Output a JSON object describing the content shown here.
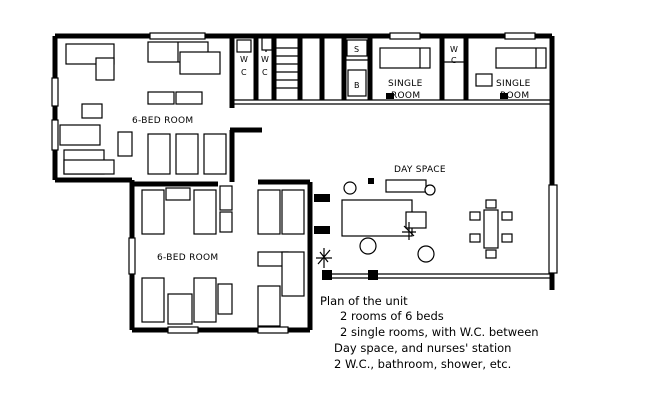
{
  "rooms": {
    "bed_room_top": "6-BED ROOM",
    "bed_room_bottom": "6-BED ROOM",
    "single_room_1": [
      "SINGLE",
      "ROOM"
    ],
    "single_room_2": [
      "SINGLE",
      "ROOM"
    ],
    "day_space": "DAY SPACE",
    "wc_1": [
      "W",
      "C"
    ],
    "wc_2": [
      "W",
      "C"
    ],
    "wc_3": [
      "W",
      "C"
    ],
    "shower": "S",
    "bath": "B"
  },
  "caption": {
    "title": "Plan of the unit",
    "lines": [
      "2 rooms of 6 beds",
      "2 single rooms, with W.C. between",
      "Day space, and nurses' station",
      "2 W.C., bathroom, shower, etc."
    ]
  }
}
